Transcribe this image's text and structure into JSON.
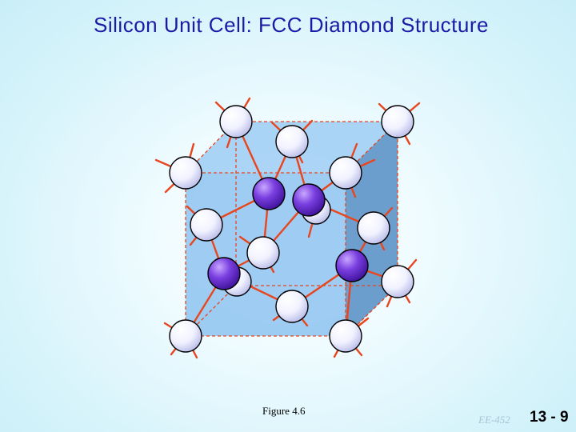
{
  "slide": {
    "title": "Silicon Unit Cell:  FCC Diamond Structure",
    "caption": "Figure 4.6",
    "course_label": "EE-452",
    "slide_number": "13 - 9"
  },
  "colors": {
    "title_text": "#1a1aa6",
    "cube_face": "#7fb8ef",
    "cube_side": "#5f95c7",
    "bond": "#e8461e",
    "cube_edge_dashed": "#e8461e",
    "corner_atom": "#eef0ff",
    "interior_atom": "#6a2fd0"
  }
}
